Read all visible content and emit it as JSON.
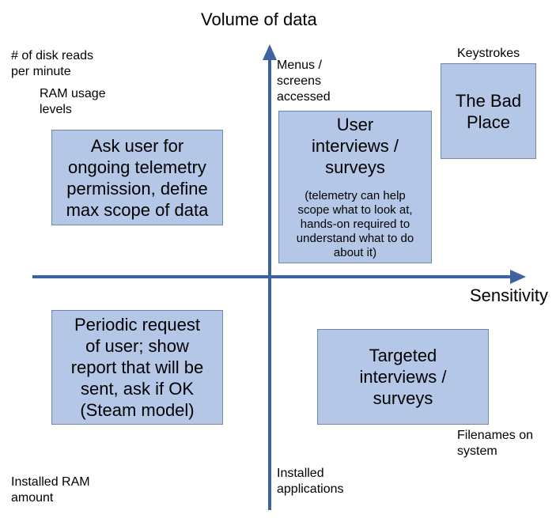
{
  "axes": {
    "y_title": "Volume of data",
    "x_title": "Sensitivity"
  },
  "examples": {
    "disk_reads": "# of disk reads\nper minute",
    "ram_usage": "RAM usage\nlevels",
    "menus_screens": "Menus /\nscreens\naccessed",
    "keystrokes": "Keystrokes",
    "filenames": "Filenames on\nsystem",
    "installed_ram": "Installed RAM\namount",
    "installed_apps": "Installed\napplications"
  },
  "boxes": {
    "top_left": "Ask user for\nongoing telemetry\npermission, define\nmax scope of data",
    "top_right_main": "User\ninterviews /\nsurveys",
    "top_right_note": "(telemetry can help\nscope what to look at,\nhands-on required to\nunderstand what to do\nabout it)",
    "bad_place": "The Bad\nPlace",
    "bottom_left": "Periodic request\nof user; show\nreport that will be\nsent, ask if OK\n(Steam model)",
    "bottom_right": "Targeted\ninterviews /\nsurveys"
  },
  "colors": {
    "axis": "#3d62a0",
    "box_fill": "#b4c7e7"
  }
}
